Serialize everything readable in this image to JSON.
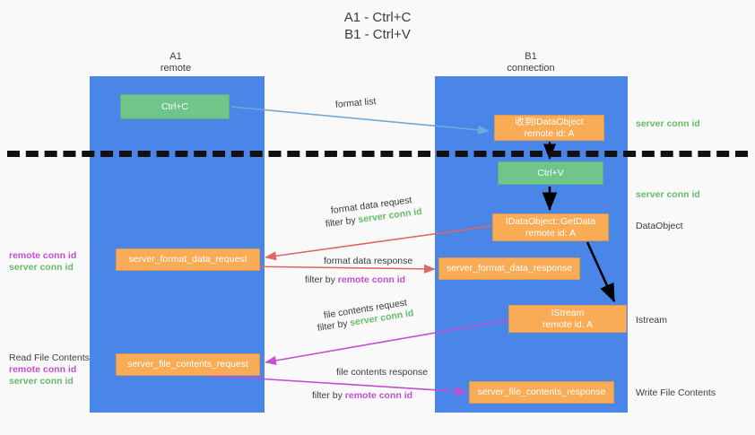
{
  "title": {
    "line1": "A1 - Ctrl+C",
    "line2": "B1 - Ctrl+V"
  },
  "lanes": [
    {
      "id": "a1",
      "title": "A1",
      "subtitle": "remote",
      "color": "#4a86e8"
    },
    {
      "id": "b1",
      "title": "B1",
      "subtitle": "connection",
      "color": "#4a86e8"
    }
  ],
  "colors": {
    "lane": "#4a86e8",
    "green_box": "#6fc58a",
    "orange_box": "#f9ab55",
    "server_conn_id": "#66bb6a",
    "remote_conn_id": "#c34fd0",
    "arrow_blue": "#6fa8dc",
    "arrow_red": "#e06666",
    "arrow_magenta": "#c34fd0",
    "arrow_black": "#000000",
    "background": "#f9f9f9"
  },
  "boxes": {
    "ctrl_c": {
      "line1": "Ctrl+C",
      "line2": "",
      "type": "green"
    },
    "ctrl_v": {
      "line1": "Ctrl+V",
      "line2": "",
      "type": "green"
    },
    "idataobject": {
      "line1": "收到IDataObject",
      "line2": "remote id: A",
      "type": "orange"
    },
    "getdata": {
      "line1": "IDataObject::GetData",
      "line2": "remote id: A",
      "type": "orange"
    },
    "istream": {
      "line1": "IStream",
      "line2": "remote id: A",
      "type": "orange"
    },
    "server_format_data_request": {
      "line1": "server_format_data_request",
      "line2": "",
      "type": "orange"
    },
    "server_format_data_response": {
      "line1": "server_format_data_response",
      "line2": "",
      "type": "orange"
    },
    "server_file_contents_request": {
      "line1": "server_file_contents_request",
      "line2": "",
      "type": "orange"
    },
    "server_file_contents_response": {
      "line1": "server_file_contents_response",
      "line2": "",
      "type": "orange"
    }
  },
  "right_labels": {
    "l1": "server conn id",
    "l2": "server conn id",
    "l3": "DataObject",
    "l4": "Istream",
    "l5": "Write File Contents"
  },
  "left_labels": {
    "block1_line1": "remote conn id",
    "block1_line2": "server conn id",
    "block2_line0": "Read File Contents",
    "block2_line1": "remote conn id",
    "block2_line2": "server conn id"
  },
  "edge_labels": {
    "format_list": "format list",
    "format_data_request": "format data request",
    "filter_by_a": "filter by ",
    "server_conn_id": "server conn id",
    "format_data_response": "format data response",
    "filter_by_b": "filter by ",
    "remote_conn_id": "remote conn id",
    "file_contents_request": "file contents request",
    "file_contents_response": "file contents response"
  }
}
